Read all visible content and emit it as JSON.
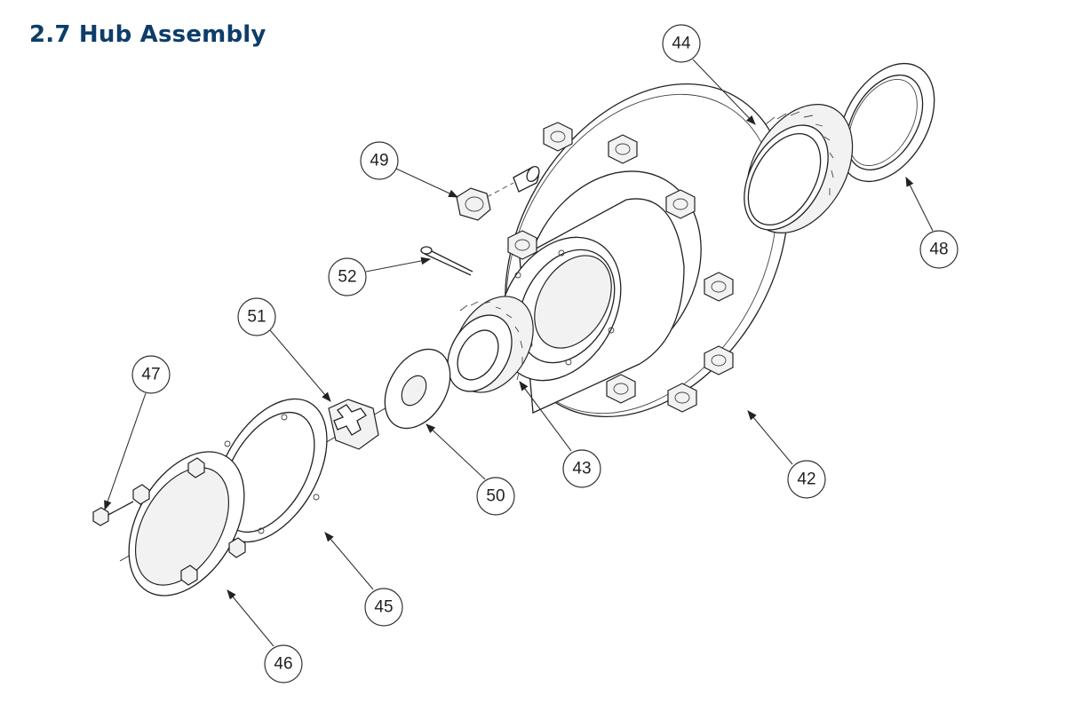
{
  "title": "2.7 Hub Assembly",
  "title_color": "#0d3d6b",
  "callouts": {
    "c42": "42",
    "c43": "43",
    "c44": "44",
    "c45": "45",
    "c46": "46",
    "c47": "47",
    "c48": "48",
    "c49": "49",
    "c50": "50",
    "c51": "51",
    "c52": "52"
  }
}
